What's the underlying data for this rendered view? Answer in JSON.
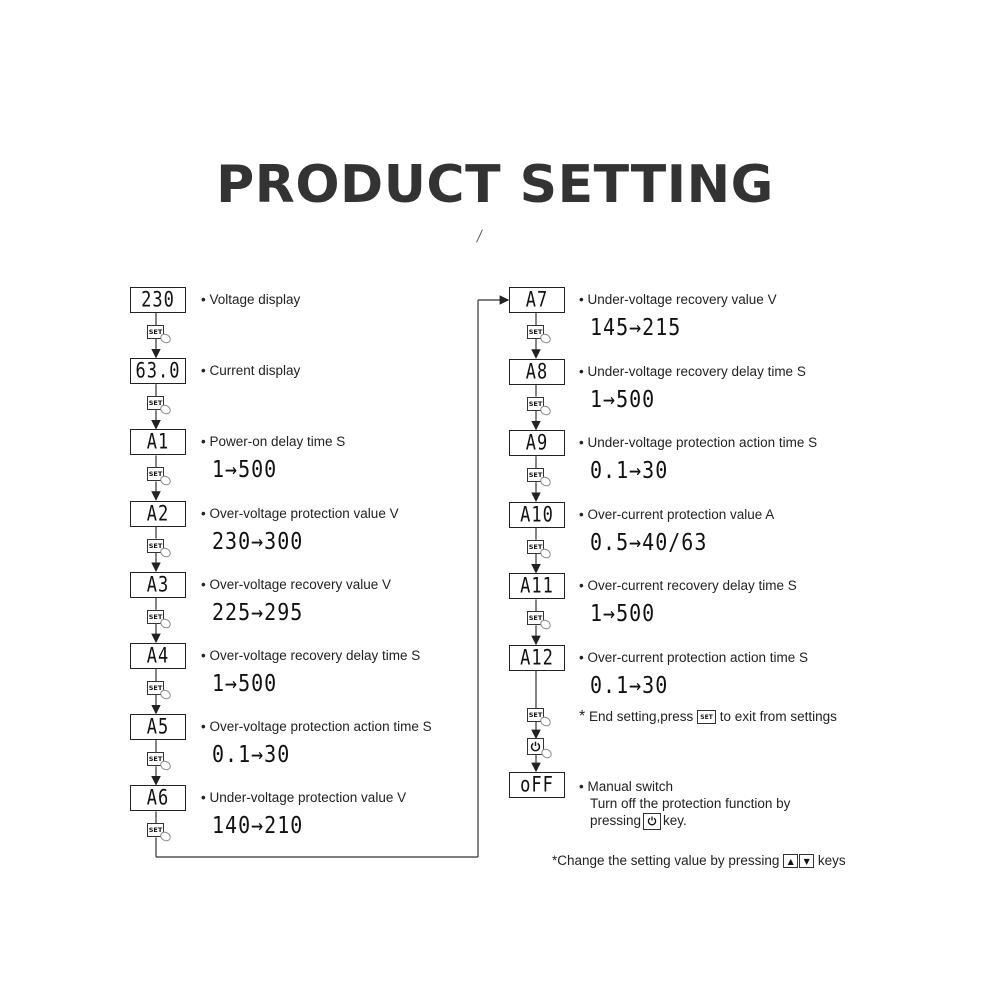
{
  "title": "PRODUCT SETTING",
  "divider": "/",
  "left_column": [
    {
      "display": "230",
      "label": "• Voltage display",
      "range": ""
    },
    {
      "display": "63.0",
      "label": "• Current display",
      "range": ""
    },
    {
      "display": "A1",
      "label": "• Power-on delay time S",
      "range": "1→500"
    },
    {
      "display": "A2",
      "label": "• Over-voltage protection value V",
      "range": "230→300"
    },
    {
      "display": "A3",
      "label": "• Over-voltage recovery value V",
      "range": "225→295"
    },
    {
      "display": "A4",
      "label": "• Over-voltage recovery delay time S",
      "range": "1→500"
    },
    {
      "display": "A5",
      "label": "• Over-voltage protection action time S",
      "range": "0.1→30"
    },
    {
      "display": "A6",
      "label": "• Under-voltage protection value V",
      "range": "140→210"
    }
  ],
  "right_column": [
    {
      "display": "A7",
      "label": "• Under-voltage recovery value V",
      "range": "145→215"
    },
    {
      "display": "A8",
      "label": "• Under-voltage recovery delay time S",
      "range": "1→500"
    },
    {
      "display": "A9",
      "label": "• Under-voltage protection action time S",
      "range": "0.1→30"
    },
    {
      "display": "A10",
      "label": "• Over-current protection value A",
      "range": "0.5→40/63"
    },
    {
      "display": "A11",
      "label": "• Over-current recovery delay time S",
      "range": "1→500"
    },
    {
      "display": "A12",
      "label": "• Over-current protection action time S",
      "range": "0.1→30"
    }
  ],
  "set_key_label": "SET",
  "end_note": {
    "star": "*",
    "before": " End setting,press ",
    "key": "SET",
    "after": " to exit from settings"
  },
  "off_block": {
    "display": "oFF",
    "line1": "• Manual switch",
    "line2": "Turn off the protection function by",
    "line3_before": "pressing",
    "line3_after": "key."
  },
  "foot_note": {
    "before": "*Change the setting value by pressing ",
    "up_key": "▲",
    "down_key": "▼",
    "after": " keys"
  },
  "icons": {
    "power": "power-icon",
    "finger": "finger-press-icon",
    "arrow": "arrow-down-icon"
  }
}
